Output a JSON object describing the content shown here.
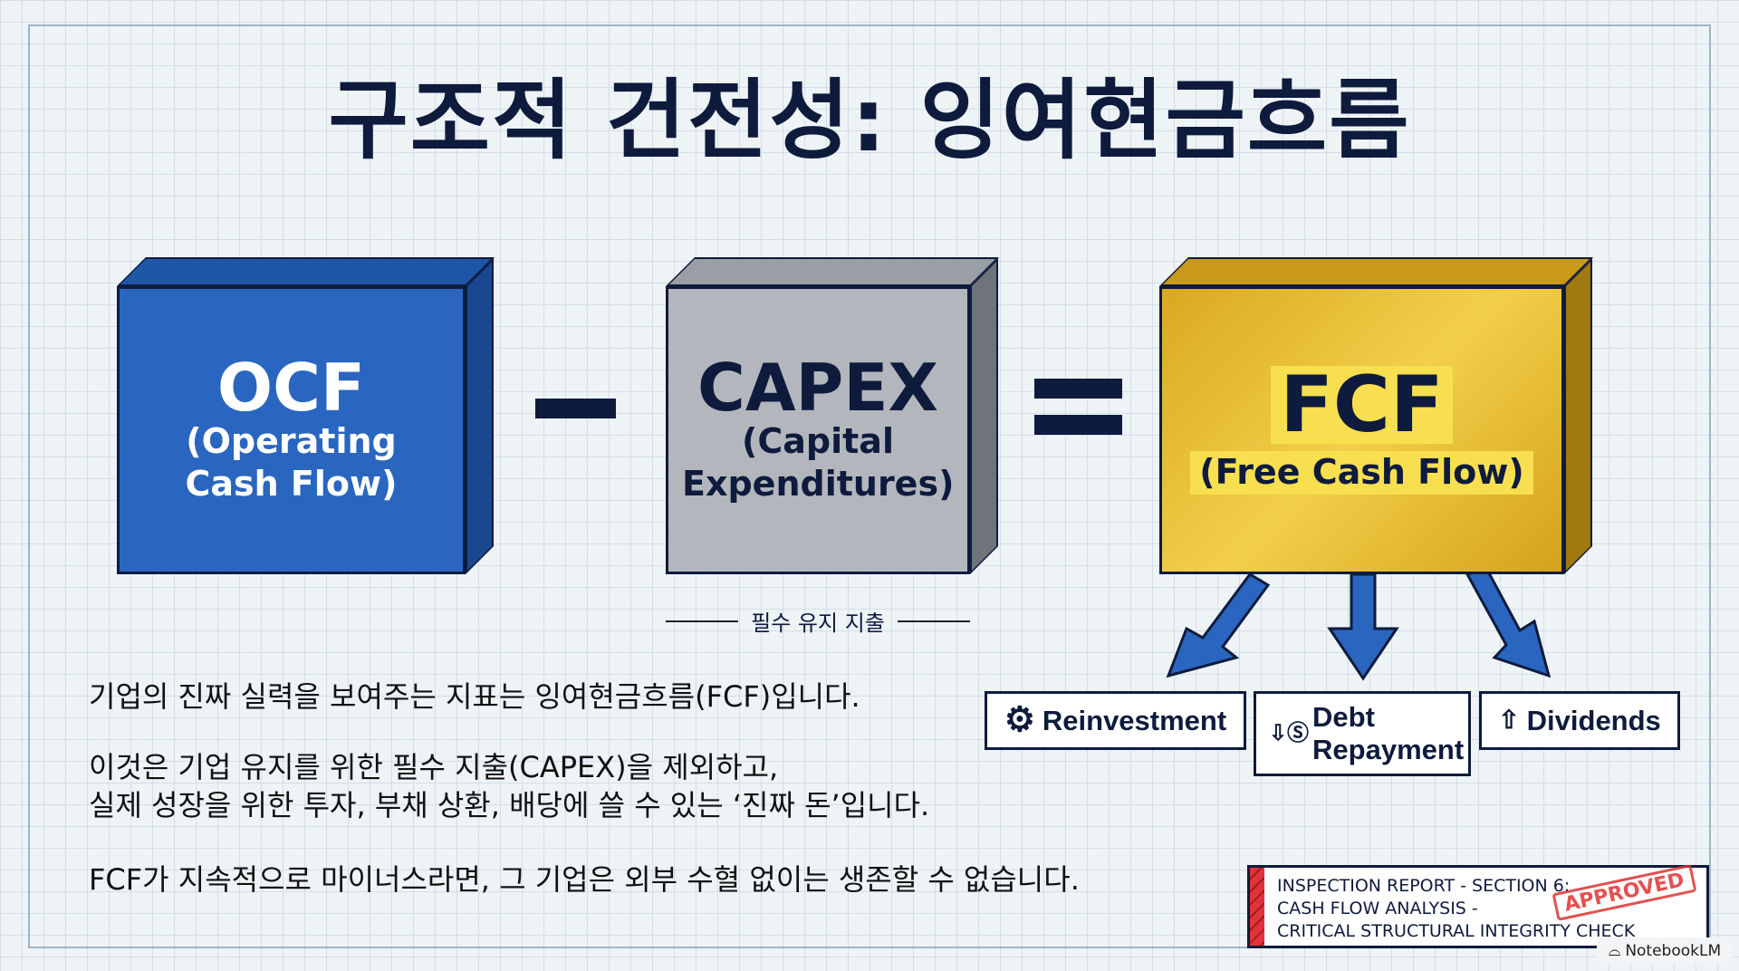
{
  "title": "구조적 건전성: 잉여현금흐름",
  "ocf": {
    "acronym": "OCF",
    "full": "(Operating Cash Flow)"
  },
  "capex": {
    "acronym": "CAPEX",
    "full": "(Capital Expenditures)",
    "dimension_label": "필수 유지 지출"
  },
  "fcf": {
    "acronym": "FCF",
    "full": "(Free Cash Flow)"
  },
  "uses": [
    {
      "label": "Reinvestment",
      "icon": "gear-icon"
    },
    {
      "label": "Debt Repayment",
      "icon": "coin-down-icon"
    },
    {
      "label": "Dividends",
      "icon": "coins-up-icon"
    }
  ],
  "body": [
    "기업의 진짜 실력을 보여주는 지표는 잉여현금흐름(FCF)입니다.",
    "이것은 기업 유지를 위한 필수 지출(CAPEX)을 제외하고,",
    "실제 성장을 위한 투자, 부채 상환, 배당에 쓸 수 있는 ‘진짜 돈’입니다.",
    "FCF가 지속적으로 마이너스라면, 그 기업은 외부 수혈 없이는 생존할 수 없습니다."
  ],
  "report": {
    "line1": "INSPECTION REPORT - SECTION 6:",
    "line2": "CASH FLOW ANALYSIS -",
    "line3": "CRITICAL STRUCTURAL INTEGRITY CHECK",
    "stamp": "APPROVED"
  },
  "badge": "NotebookLM",
  "colors": {
    "ocf": "#2a66c0",
    "capex": "#a9adb3",
    "fcf": "#e2b52a",
    "navy": "#0f1b3d",
    "red": "#e2333a"
  }
}
